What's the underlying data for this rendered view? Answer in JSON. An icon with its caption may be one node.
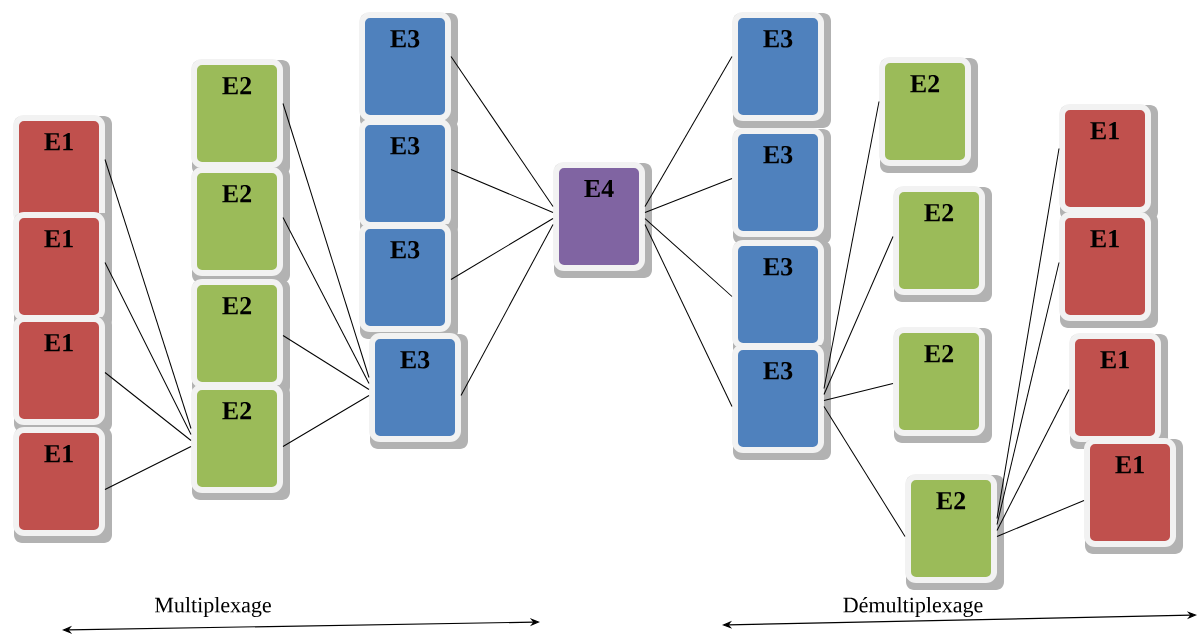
{
  "diagram": {
    "nodes": [
      {
        "text": [
          "E1"
        ]
      },
      {
        "text": [
          "E1"
        ]
      },
      {
        "text": [
          "E1"
        ]
      },
      {
        "text": [
          "E1"
        ]
      },
      {
        "text": [
          "E2"
        ]
      },
      {
        "text": [
          "E2"
        ]
      },
      {
        "text": [
          "E2"
        ]
      },
      {
        "text": [
          "E2"
        ]
      },
      {
        "text": [
          "E3"
        ]
      },
      {
        "text": [
          "E3"
        ]
      },
      {
        "text": [
          "E3"
        ]
      },
      {
        "text": [
          "E3"
        ]
      },
      {
        "text": [
          "E4"
        ]
      },
      {
        "text": [
          "E3"
        ]
      },
      {
        "text": [
          "E3"
        ]
      },
      {
        "text": [
          "E3"
        ]
      },
      {
        "text": [
          "E3"
        ]
      },
      {
        "text": [
          "E2"
        ]
      },
      {
        "text": [
          "E2"
        ]
      },
      {
        "text": [
          "E2"
        ]
      },
      {
        "text": [
          "E2"
        ]
      },
      {
        "text": [
          "E1"
        ]
      },
      {
        "text": [
          "E1"
        ]
      },
      {
        "text": [
          "E1"
        ]
      },
      {
        "text": [
          "E1"
        ]
      }
    ],
    "edges": [
      {
        "from": 0,
        "to": 7,
        "arrow": "none"
      },
      {
        "from": 1,
        "to": 7,
        "arrow": "none"
      },
      {
        "from": 2,
        "to": 7,
        "arrow": "none"
      },
      {
        "from": 3,
        "to": 7,
        "arrow": "none"
      },
      {
        "from": 4,
        "to": 11,
        "arrow": "none"
      },
      {
        "from": 5,
        "to": 11,
        "arrow": "none"
      },
      {
        "from": 6,
        "to": 11,
        "arrow": "none"
      },
      {
        "from": 7,
        "to": 11,
        "arrow": "none"
      },
      {
        "from": 8,
        "to": 12,
        "arrow": "none"
      },
      {
        "from": 9,
        "to": 12,
        "arrow": "none"
      },
      {
        "from": 10,
        "to": 12,
        "arrow": "none"
      },
      {
        "from": 11,
        "to": 12,
        "arrow": "none"
      },
      {
        "from": 12,
        "to": 13,
        "arrow": "none"
      },
      {
        "from": 12,
        "to": 14,
        "arrow": "none"
      },
      {
        "from": 12,
        "to": 15,
        "arrow": "none"
      },
      {
        "from": 12,
        "to": 16,
        "arrow": "none"
      },
      {
        "from": 16,
        "to": 17,
        "arrow": "none"
      },
      {
        "from": 16,
        "to": 18,
        "arrow": "none"
      },
      {
        "from": 16,
        "to": 19,
        "arrow": "none"
      },
      {
        "from": 16,
        "to": 20,
        "arrow": "none"
      },
      {
        "from": 20,
        "to": 21,
        "arrow": "none"
      },
      {
        "from": 20,
        "to": 22,
        "arrow": "none"
      },
      {
        "from": 20,
        "to": 23,
        "arrow": "none"
      },
      {
        "from": 20,
        "to": 24,
        "arrow": "none"
      }
    ],
    "labels": [
      "Multiplexage",
      "Démultiplexage"
    ]
  }
}
